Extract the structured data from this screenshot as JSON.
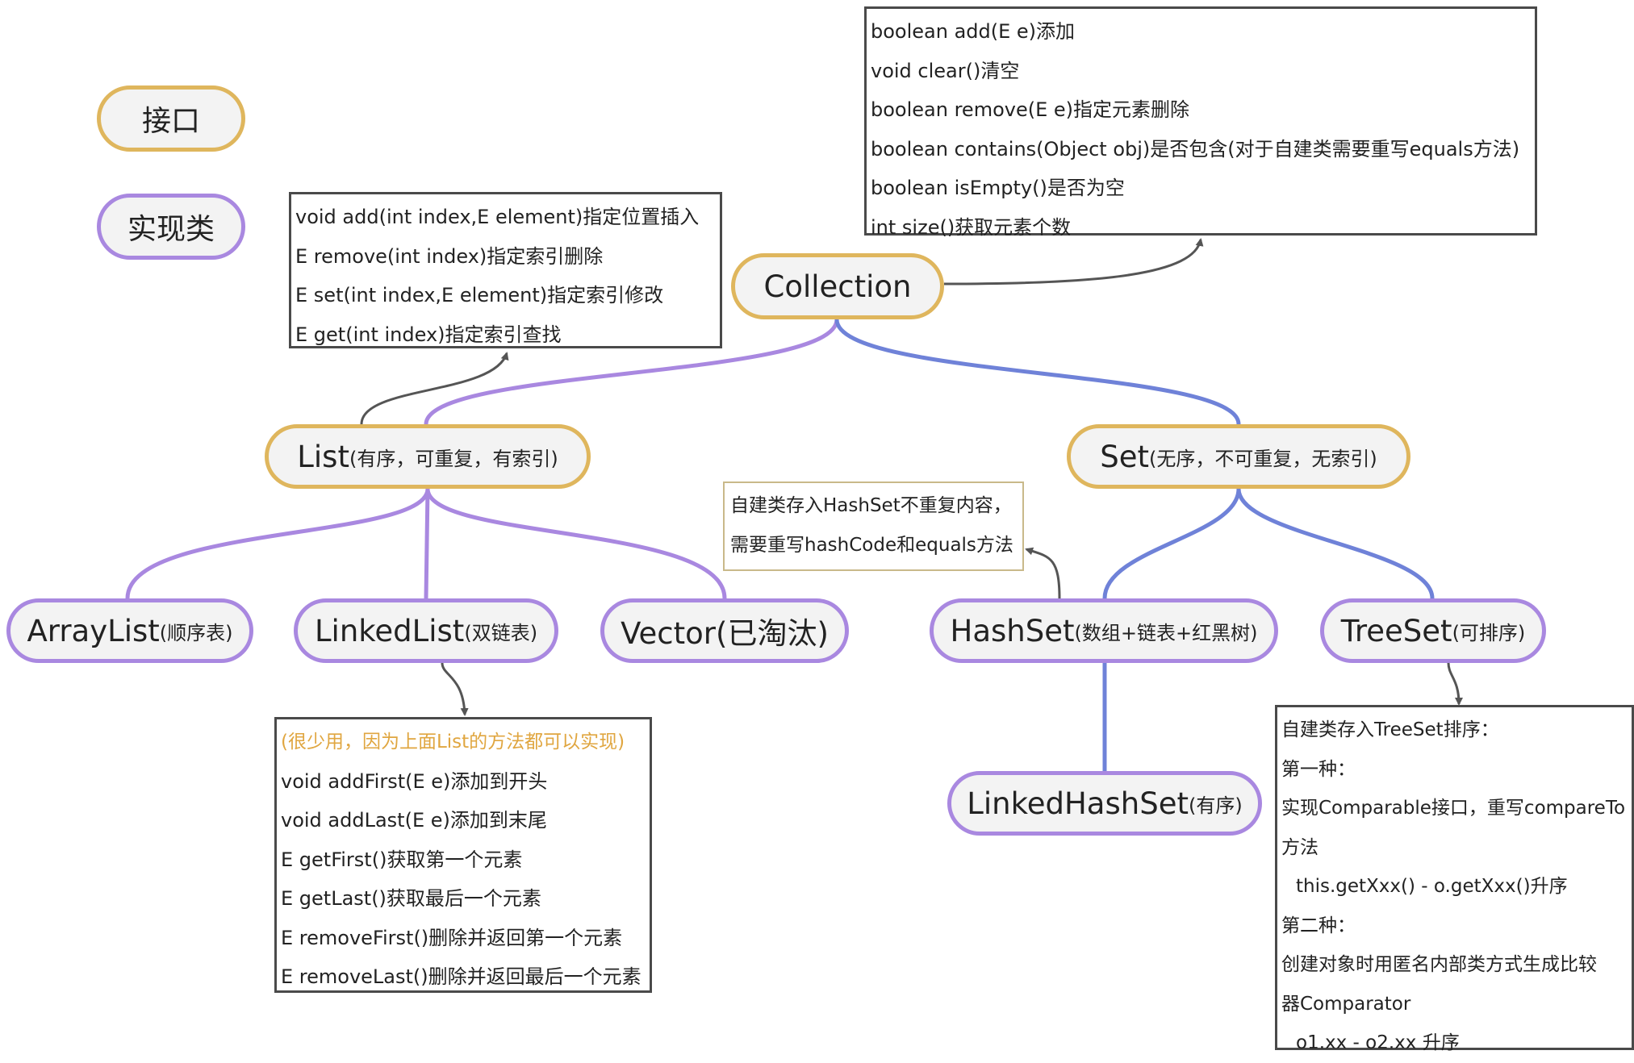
{
  "legend": {
    "interface": "接口",
    "implementation": "实现类"
  },
  "colors": {
    "interface_border": "#dfb65d",
    "impl_border": "#a988e0",
    "list_branch_line": "#a988e0",
    "set_branch_line": "#6f82d8",
    "arrow": "#555555",
    "note_highlight": "#e0a640"
  },
  "nodes": {
    "collection": {
      "name": "Collection",
      "desc": ""
    },
    "list": {
      "name": "List",
      "desc": "(有序，可重复，有索引)"
    },
    "set": {
      "name": "Set",
      "desc": "(无序，不可重复，无索引)"
    },
    "arraylist": {
      "name": "ArrayList",
      "desc": "(顺序表)"
    },
    "linkedlist": {
      "name": "LinkedList",
      "desc": "(双链表)"
    },
    "vector": {
      "name": "Vector(已淘汰)",
      "desc": ""
    },
    "hashset": {
      "name": "HashSet",
      "desc": "(数组+链表+红黑树)"
    },
    "treeset": {
      "name": "TreeSet",
      "desc": "(可排序)"
    },
    "linkedhashset": {
      "name": "LinkedHashSet",
      "desc": "(有序)"
    }
  },
  "boxes": {
    "collection_methods": [
      "boolean add(E e)添加",
      "void clear()清空",
      "boolean remove(E e)指定元素删除",
      "boolean contains(Object obj)是否包含(对于自建类需要重写equals方法)",
      "boolean isEmpty()是否为空",
      "int size()获取元素个数"
    ],
    "list_methods": [
      "void add(int index,E element)指定位置插入",
      "E remove(int index)指定索引删除",
      "E set(int index,E element)指定索引修改",
      "E get(int index)指定索引查找"
    ],
    "linkedlist_methods": {
      "note": "(很少用，因为上面List的方法都可以实现)",
      "lines": [
        "void addFirst(E e)添加到开头",
        "void addLast(E e)添加到末尾",
        "E getFirst()获取第一个元素",
        "E getLast()获取最后一个元素",
        "E removeFirst()删除并返回第一个元素",
        "E removeLast()删除并返回最后一个元素"
      ]
    },
    "hashset_note": [
      "自建类存入HashSet不重复内容，",
      "需要重写hashCode和equals方法"
    ],
    "treeset_note": {
      "title": "自建类存入TreeSet排序：",
      "first": "第一种：",
      "first_text_1": "实现Comparable接口，重写compareTo",
      "first_text_2": "方法",
      "first_code": "this.getXxx() - o.getXxx()升序",
      "second": "第二种：",
      "second_text_1": "创建对象时用匿名内部类方式生成比较",
      "second_text_2": "器Comparator",
      "second_code": "o1.xx - o2.xx 升序"
    }
  }
}
